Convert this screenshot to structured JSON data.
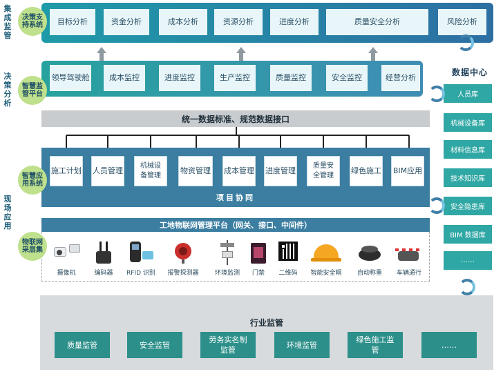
{
  "left_labels": {
    "integrated": "集成监管",
    "decision": "决策分析",
    "site": "现场应用"
  },
  "layers": {
    "decision_support": {
      "label": "决策支持系统",
      "items": [
        "目标分析",
        "资金分析",
        "成本分析",
        "资源分析",
        "进度分析",
        "质量安全分析",
        "风险分析"
      ]
    },
    "smart_monitor": {
      "label": "智慧监管平台",
      "items": [
        "领导驾驶舱",
        "成本监控",
        "进度监控",
        "生产监控",
        "质量监控",
        "安全监控",
        "经营分析"
      ]
    },
    "unified_interface": "统一数据标准、规范数据接口",
    "smart_app": {
      "label": "智慧应用系统",
      "items": [
        "施工计划",
        "人员管理",
        "机械设备管理",
        "物资管理",
        "成本管理",
        "进度管理",
        "质量安全管理",
        "绿色施工",
        "BIM应用"
      ],
      "footer": "项目协同"
    },
    "iot": {
      "label": "物联网采层集",
      "platform": "工地物联网管理平台（网关、接口、中间件）",
      "devices": [
        {
          "label": "摄像机",
          "icon": "camera-icon"
        },
        {
          "label": "编码器",
          "icon": "encoder-icon"
        },
        {
          "label": "RFID 识别",
          "icon": "rfid-reader-icon"
        },
        {
          "label": "报警探测器",
          "icon": "alarm-detector-icon"
        },
        {
          "label": "环境监测",
          "icon": "environment-monitor-icon"
        },
        {
          "label": "门禁",
          "icon": "access-gate-icon"
        },
        {
          "label": "二维码",
          "icon": "qr-code-icon"
        },
        {
          "label": "智能安全帽",
          "icon": "safety-helmet-icon"
        },
        {
          "label": "自动称重",
          "icon": "weighing-scale-icon"
        },
        {
          "label": "车辆通行",
          "icon": "vehicle-barrier-icon"
        }
      ]
    },
    "industry": {
      "title": "行业监管",
      "items": [
        "质量监管",
        "安全监管",
        "劳务实名制监管",
        "环境监管",
        "绿色施工监管",
        "……"
      ]
    }
  },
  "data_center": {
    "title": "数据中心",
    "items": [
      "人员库",
      "机械设备库",
      "材料信息库",
      "技术知识库",
      "安全隐患库",
      "BIM 数据库",
      "……"
    ]
  },
  "colors": {
    "teal_gradient_start": "#1f9aa8",
    "blue_gradient_end": "#2d6fa3",
    "light_green_circle": "#bfe08c",
    "steel_blue": "#3b7ea1",
    "interface_grey": "#c9cccf",
    "iot_bar": "#3b7ea1",
    "side_box": "#2fa7a4",
    "bottom_box": "#2c8f8a",
    "bottom_bg": "#d8dbde"
  }
}
